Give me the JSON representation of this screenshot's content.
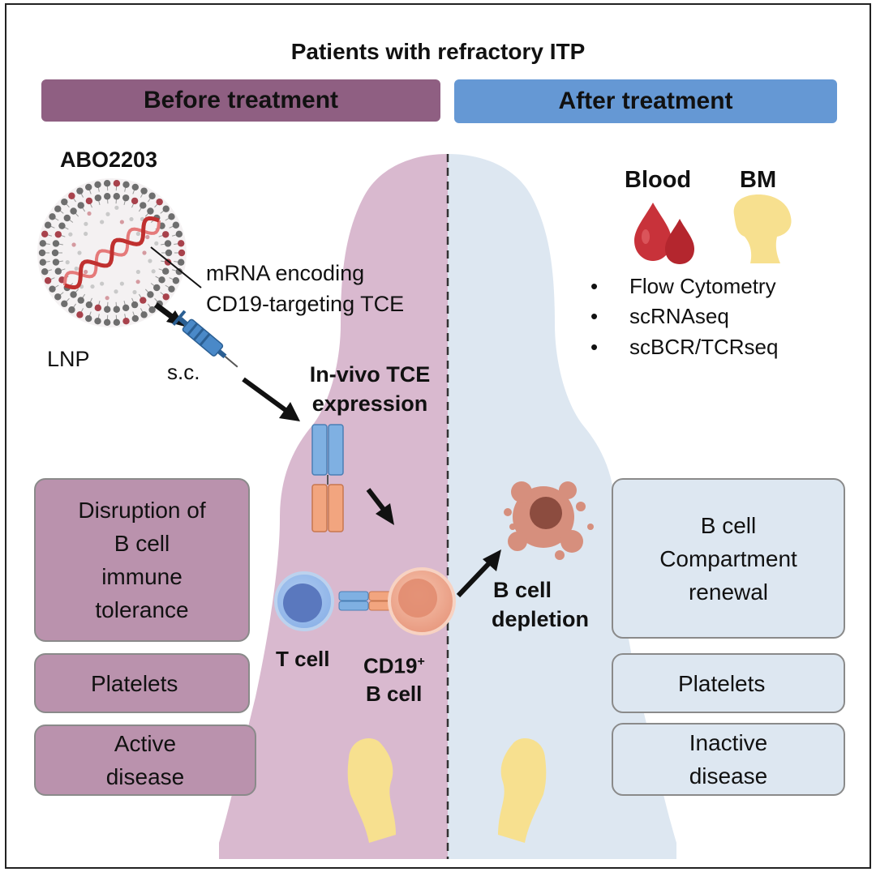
{
  "title": "Patients with refractory ITP",
  "banners": {
    "before": "Before treatment",
    "after": "After treatment"
  },
  "drug": {
    "name": "ABO2203",
    "carrier": "LNP",
    "mrna": "mRNA encoding",
    "mrna_line2": "CD19-targeting TCE",
    "route": "s.c."
  },
  "expression": {
    "line1": "In-vivo TCE",
    "line2": "expression"
  },
  "cells": {
    "t_cell": "T cell",
    "b_cell_line1": "CD19",
    "b_cell_sup": "+",
    "b_cell_line2": "B cell",
    "depletion_line1": "B cell",
    "depletion_line2": "depletion"
  },
  "samples": {
    "blood": "Blood",
    "bm": "BM",
    "methods": [
      "Flow Cytometry",
      "scRNAseq",
      "scBCR/TCRseq"
    ]
  },
  "before_boxes": {
    "tolerance": [
      "Disruption of",
      "B cell",
      "immune",
      "tolerance"
    ],
    "platelets": "Platelets",
    "disease": [
      "Active",
      "disease"
    ]
  },
  "after_boxes": {
    "renewal": [
      "B cell",
      "Compartment",
      "renewal"
    ],
    "platelets": "Platelets",
    "disease": [
      "Inactive",
      "disease"
    ]
  },
  "colors": {
    "before_banner": "#8f5f82",
    "after_banner": "#6598d4",
    "before_body": "#d9b9cf",
    "after_body": "#dde7f1",
    "arrow_down": "#c0392b",
    "arrow_up": "#3b7a35",
    "blood": "#c8323a",
    "bone": "#f7e08f"
  }
}
